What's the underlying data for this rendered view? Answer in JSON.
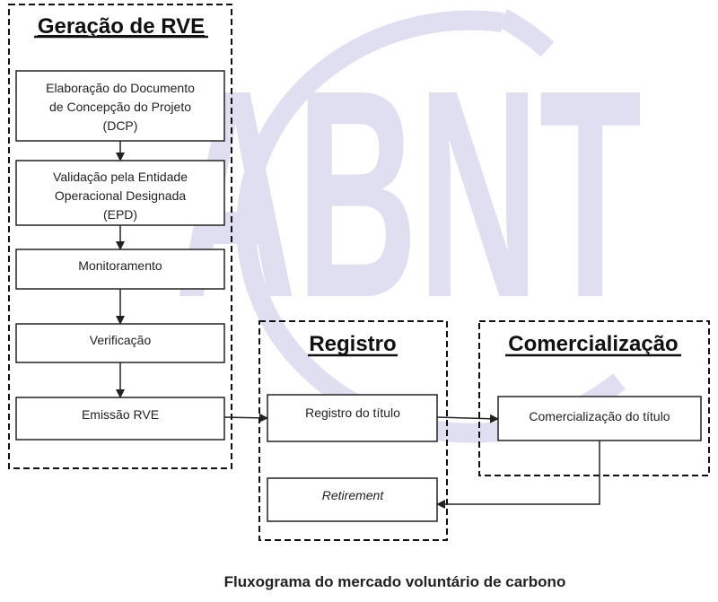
{
  "watermark": {
    "text": "ABNT",
    "color": "#d9d9ef"
  },
  "groups": {
    "geracao": {
      "title": "Geração de RVE"
    },
    "registro": {
      "title": "Registro"
    },
    "comercializacao": {
      "title": "Comercialização"
    }
  },
  "steps": {
    "dcp": [
      "Elaboração do Documento",
      "de Concepção do Projeto",
      "(DCP)"
    ],
    "epd": [
      "Validação pela Entidade",
      "Operacional Designada",
      "(EPD)"
    ],
    "monitoramento": "Monitoramento",
    "verificacao": "Verificação",
    "emissao": "Emissão RVE",
    "registro_titulo": "Registro do título",
    "retirement": "Retirement",
    "comercializacao_titulo": "Comercialização do título"
  },
  "caption": "Fluxograma do mercado voluntário de carbono"
}
